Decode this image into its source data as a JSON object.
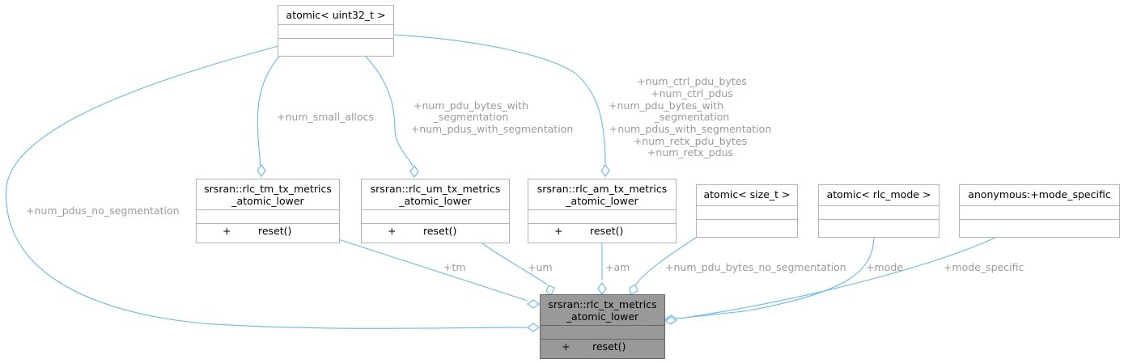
{
  "nodes": {
    "atomic_uint32": {
      "title": "atomic< uint32_t >"
    },
    "tm": {
      "title": "srsran::rlc_tm_tx_metrics\n_atomic_lower",
      "op_vis": "+",
      "op_name": "reset()"
    },
    "um": {
      "title": "srsran::rlc_um_tx_metrics\n_atomic_lower",
      "op_vis": "+",
      "op_name": "reset()"
    },
    "am": {
      "title": "srsran::rlc_am_tx_metrics\n_atomic_lower",
      "op_vis": "+",
      "op_name": "reset()"
    },
    "atomic_size": {
      "title": "atomic< size_t >"
    },
    "atomic_mode": {
      "title": "atomic< rlc_mode >"
    },
    "anon": {
      "title": "anonymous:+mode_specific"
    },
    "main": {
      "title": "srsran::rlc_tx_metrics\n_atomic_lower",
      "op_vis": "+",
      "op_name": "reset()"
    }
  },
  "edge_labels": {
    "tm_small": "+num_small_allocs",
    "um_seg_1": "+num_pdu_bytes_with",
    "um_seg_2": "_segmentation",
    "um_seg_3": "+num_pdus_with_segmentation",
    "am_1": "+num_ctrl_pdu_bytes",
    "am_2": "+num_ctrl_pdus",
    "am_3": "+num_pdu_bytes_with",
    "am_4": "_segmentation",
    "am_5": "+num_pdus_with_segmentation",
    "am_6": "+num_retx_pdu_bytes",
    "am_7": "+num_retx_pdus",
    "no_seg": "+num_pdus_no_segmentation",
    "tm": "+tm",
    "um": "+um",
    "am": "+am",
    "bytes_no_seg": "+num_pdu_bytes_no_segmentation",
    "mode": "+mode",
    "mode_specific": "+mode_specific"
  },
  "colors": {
    "edge": "#63b8ff",
    "label": "#9a9a9a",
    "main_fill": "#999999",
    "border": "#b3b3b3"
  }
}
